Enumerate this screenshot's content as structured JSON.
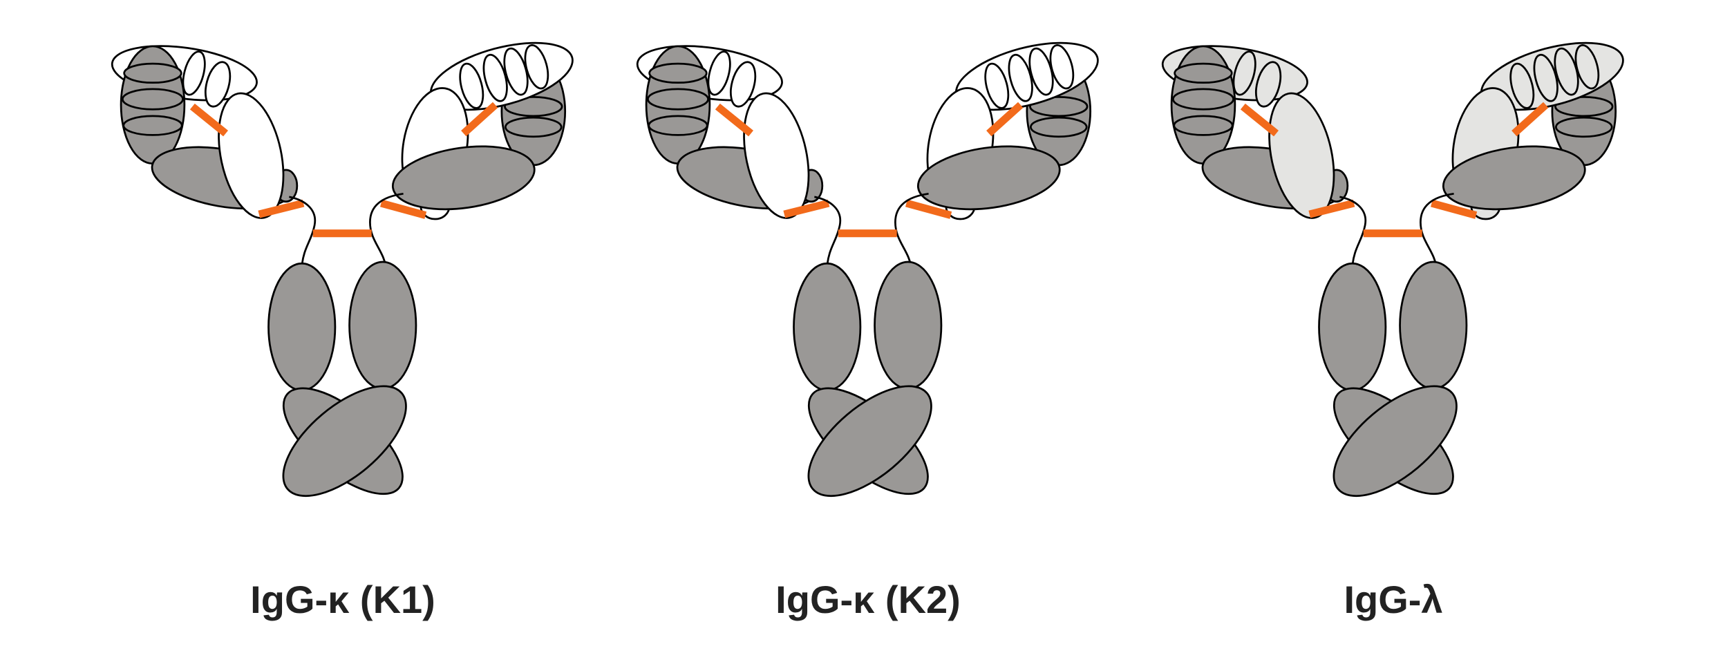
{
  "colors": {
    "heavy_chain": "#9a9896",
    "disulfide_bond": "#f26a1b",
    "light_chain_kappa": "#ffffff",
    "light_chain_lambda": "#e4e4e2"
  },
  "antibodies": [
    {
      "label": "IgG-κ (K1)",
      "light_chain": "kappa"
    },
    {
      "label": "IgG-κ (K2)",
      "light_chain": "kappa"
    },
    {
      "label": "IgG-λ",
      "light_chain": "lambda"
    }
  ]
}
